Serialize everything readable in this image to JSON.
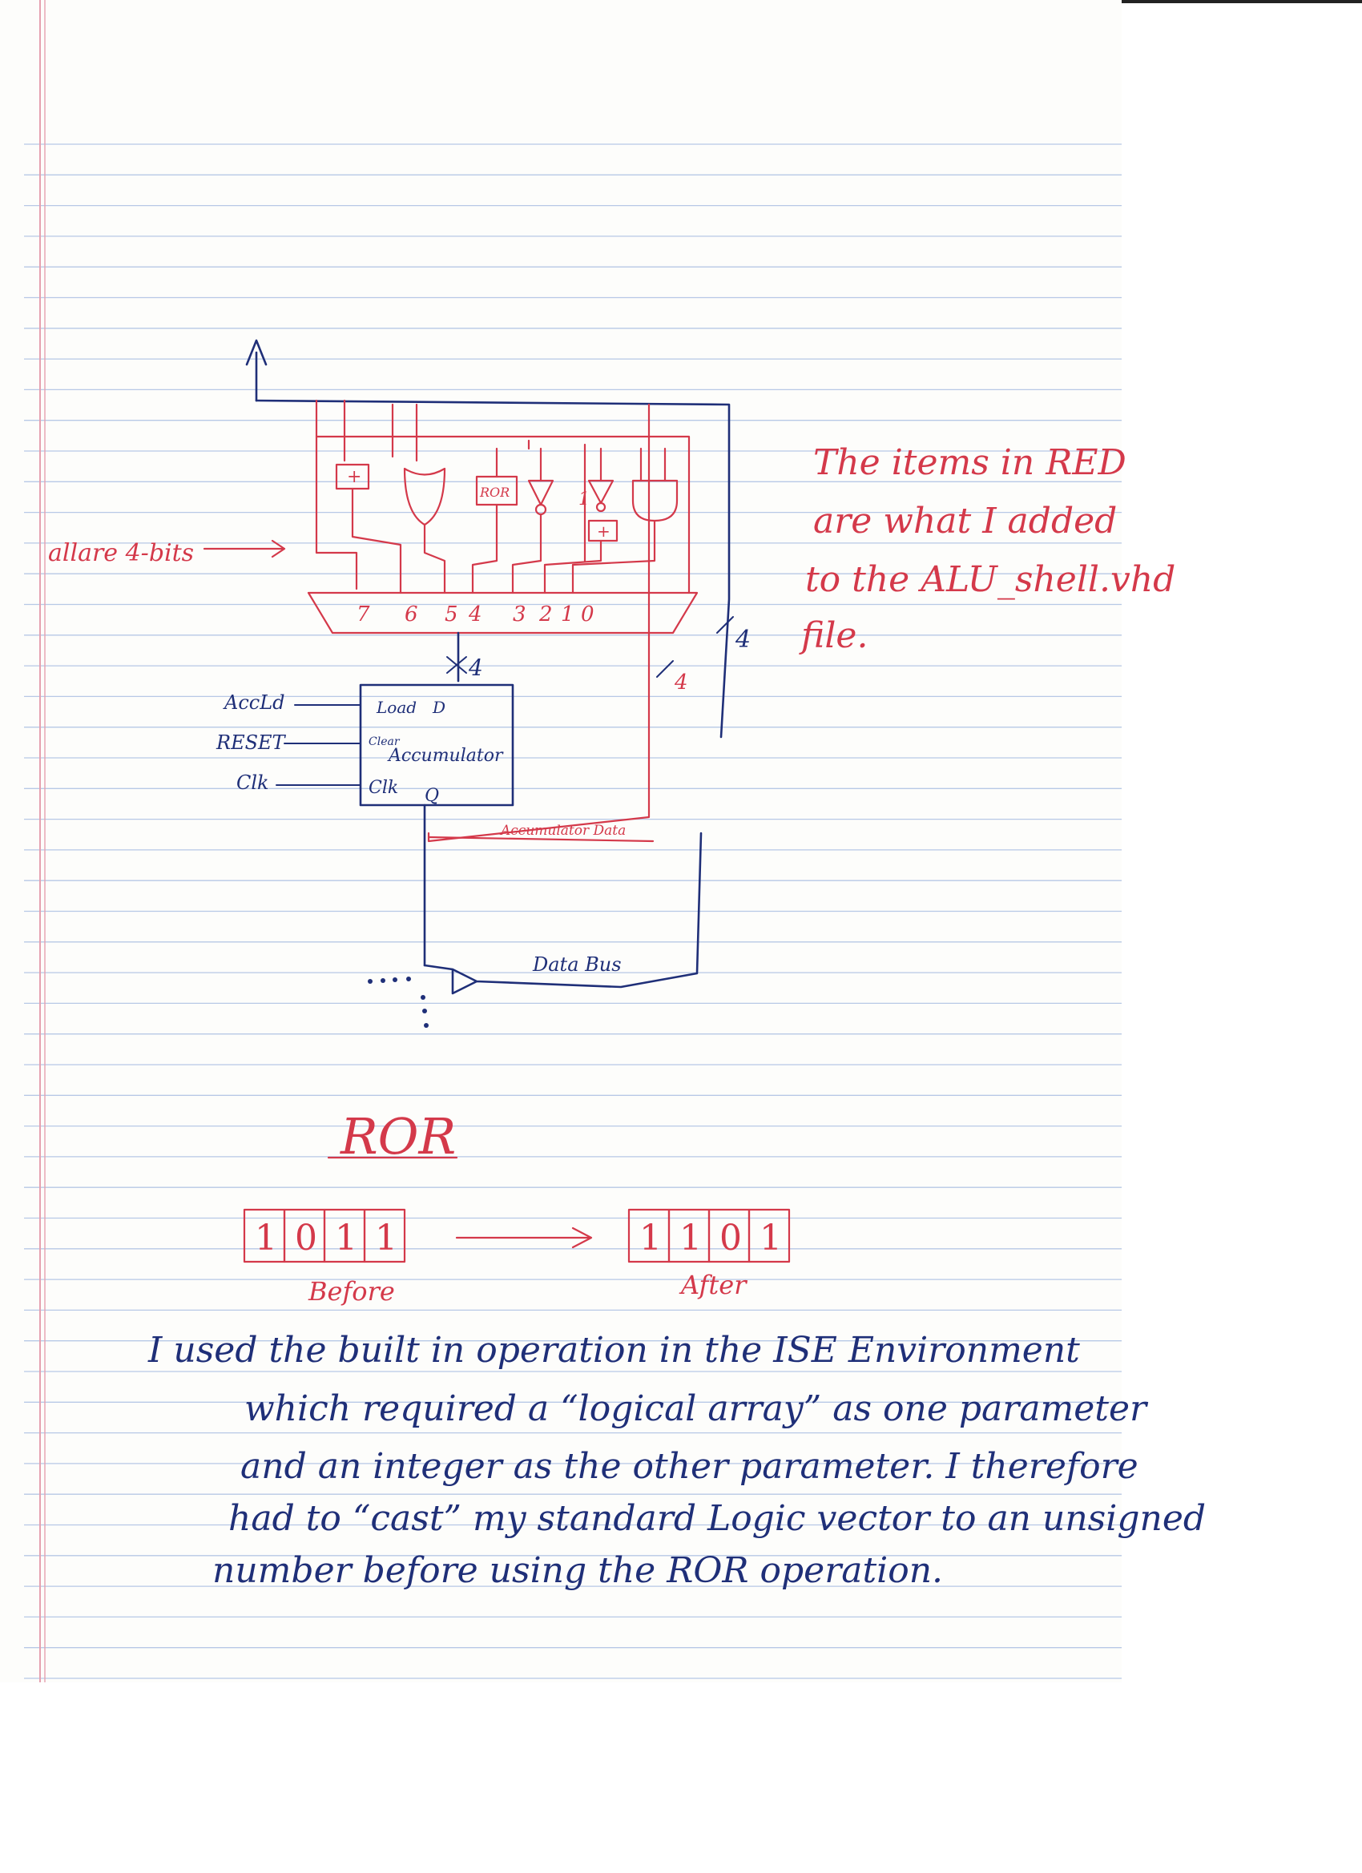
{
  "colors": {
    "paper": "#fdfdfb",
    "rule": "#b7c8e6",
    "margin": "#e6a1b0",
    "red_ink": "#d4394a",
    "blue_ink": "#1f2f78"
  },
  "diagram": {
    "left_note": "allare 4-bits",
    "ror_block": "ROR",
    "mux_inputs": [
      "7",
      "6",
      "5",
      "4",
      "3",
      "2",
      "1",
      "0"
    ],
    "bus_width_top": "4",
    "bus_width_feedback": "4",
    "bus_width_databus": "4",
    "accumulator": {
      "title": "Accumulator",
      "load_pin": "Load",
      "d_pin": "D",
      "clear_pin": "Clear",
      "clk_pin": "Clk",
      "q_pin": "Q"
    },
    "inputs": [
      "AccLd",
      "RESET",
      "Clk"
    ],
    "accumulator_data": "Accumulator Data",
    "data_bus": "Data Bus",
    "gate_symbols": {
      "adder": "+",
      "adder2": "+",
      "one": "1"
    }
  },
  "note_red": [
    "The items in RED",
    "are what I added",
    "to the ALU_shell.vhd",
    "file."
  ],
  "ror_section": {
    "heading": "ROR",
    "before_bits": [
      "1",
      "0",
      "1",
      "1"
    ],
    "after_bits": [
      "1",
      "1",
      "0",
      "1"
    ],
    "before_label": "Before",
    "after_label": "After"
  },
  "explanation": [
    "I used the built in operation in the ISE Environment",
    "which required a “logical array” as one parameter",
    "and an integer as the other parameter. I therefore",
    "had to “cast” my standard Logic vector to an unsigned",
    "number before using the ROR operation."
  ]
}
